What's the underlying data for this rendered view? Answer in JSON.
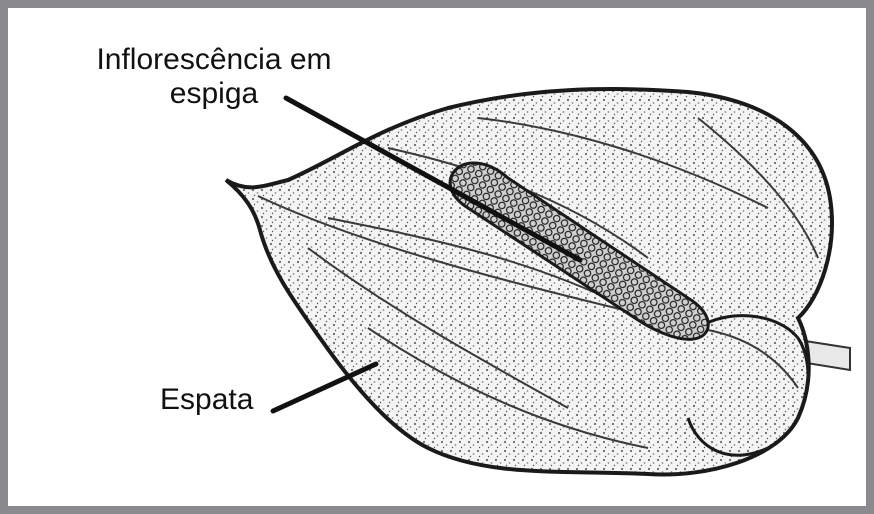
{
  "labels": {
    "spike_line1": "Inflorescência em",
    "spike_line2": "espiga",
    "spathe": "Espata"
  },
  "colors": {
    "frame": "#8a8a8c",
    "ink": "#111111",
    "background": "#ffffff"
  }
}
